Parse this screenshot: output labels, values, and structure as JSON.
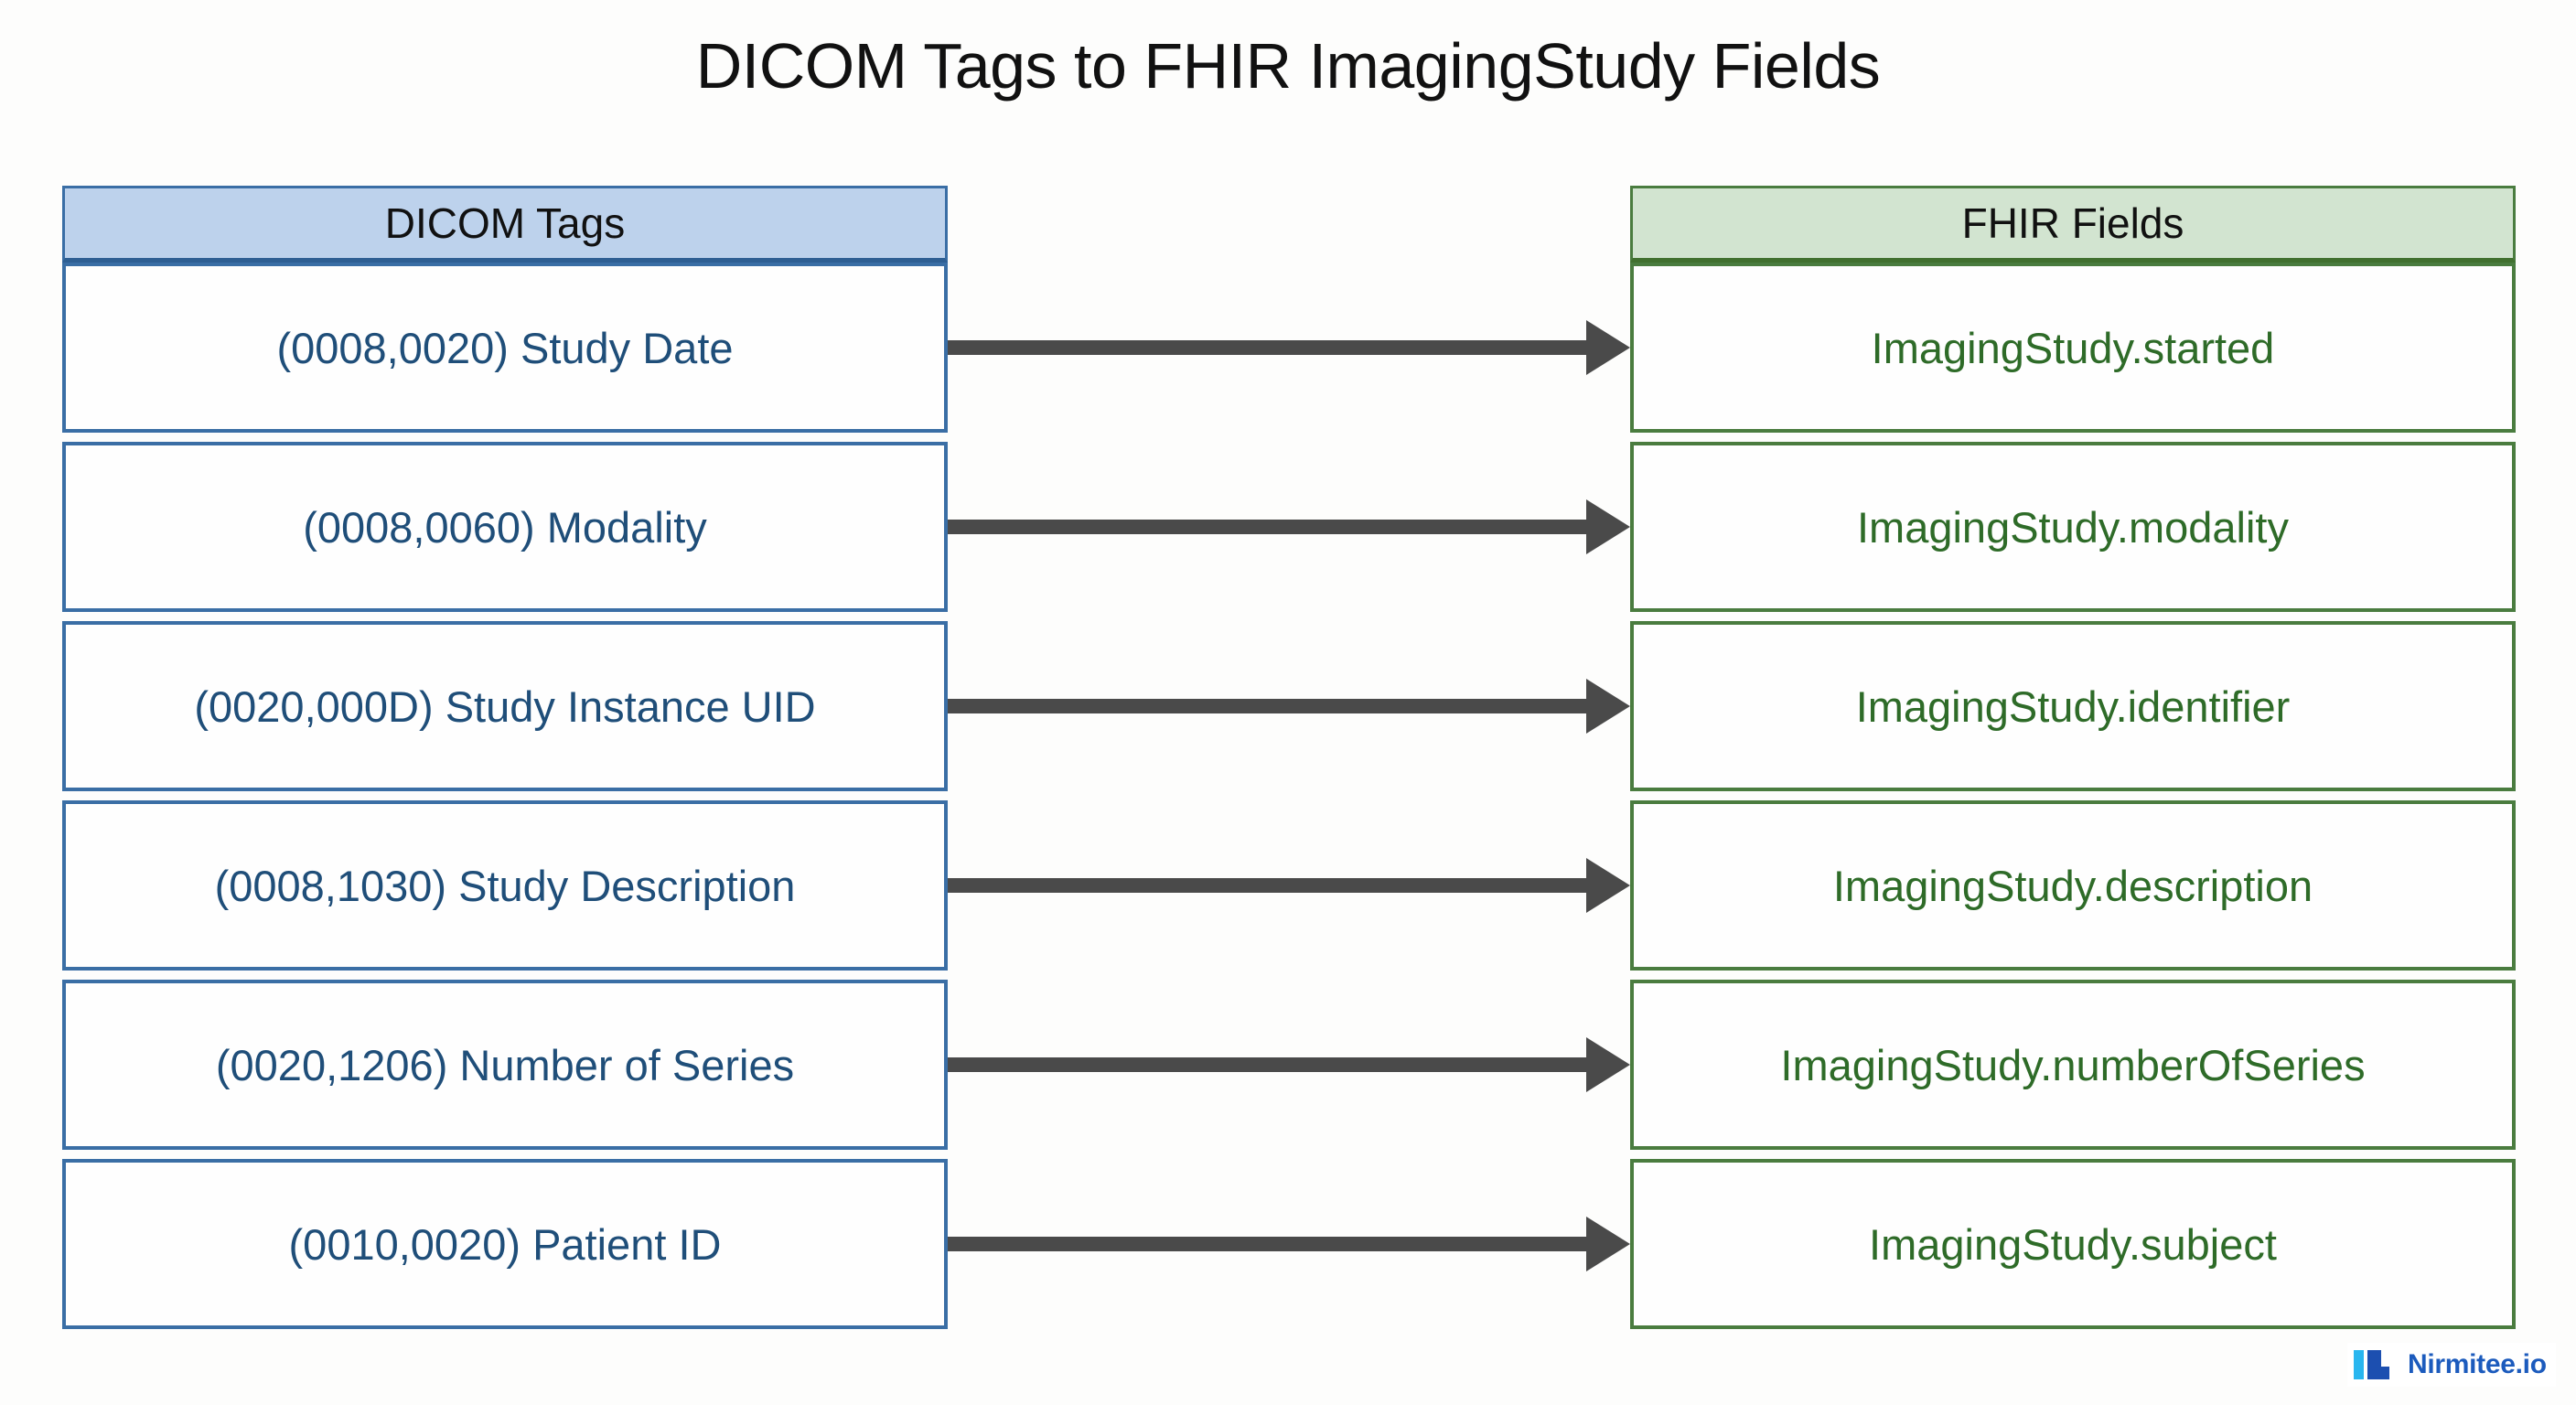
{
  "page": {
    "title": "DICOM Tags to FHIR ImagingStudy Fields",
    "background_color": "#fdfdfc"
  },
  "diagram": {
    "type": "mapping",
    "left_column": {
      "header": "DICOM Tags",
      "header_fill": "#bdd2ec",
      "border_color": "#3a6ea5",
      "text_color": "#1f4e79",
      "rows": [
        {
          "label": "(0008,0020) Study Date"
        },
        {
          "label": "(0008,0060) Modality"
        },
        {
          "label": "(0020,000D) Study Instance UID"
        },
        {
          "label": "(0008,1030) Study Description"
        },
        {
          "label": "(0020,1206) Number of Series"
        },
        {
          "label": "(0010,0020) Patient ID"
        }
      ]
    },
    "right_column": {
      "header": "FHIR Fields",
      "header_fill": "#d2e4d0",
      "border_color": "#4a7c3f",
      "text_color": "#2e6b28",
      "rows": [
        {
          "label": "ImagingStudy.started"
        },
        {
          "label": "ImagingStudy.modality"
        },
        {
          "label": "ImagingStudy.identifier"
        },
        {
          "label": "ImagingStudy.description"
        },
        {
          "label": "ImagingStudy.numberOfSeries"
        },
        {
          "label": "ImagingStudy.subject"
        }
      ]
    },
    "connectors": {
      "color": "#4a4a4a",
      "count": 6,
      "direction": "left-to-right",
      "mappings": [
        {
          "from": "(0008,0020) Study Date",
          "to": "ImagingStudy.started"
        },
        {
          "from": "(0008,0060) Modality",
          "to": "ImagingStudy.modality"
        },
        {
          "from": "(0020,000D) Study Instance UID",
          "to": "ImagingStudy.identifier"
        },
        {
          "from": "(0008,1030) Study Description",
          "to": "ImagingStudy.description"
        },
        {
          "from": "(0020,1206) Number of Series",
          "to": "ImagingStudy.numberOfSeries"
        },
        {
          "from": "(0010,0020) Patient ID",
          "to": "ImagingStudy.subject"
        }
      ]
    }
  },
  "branding": {
    "name": "Nirmitee.io",
    "mark_color_light": "#29b6ef",
    "mark_color_dark": "#1c4fb0",
    "text_color": "#1c5bbd"
  }
}
